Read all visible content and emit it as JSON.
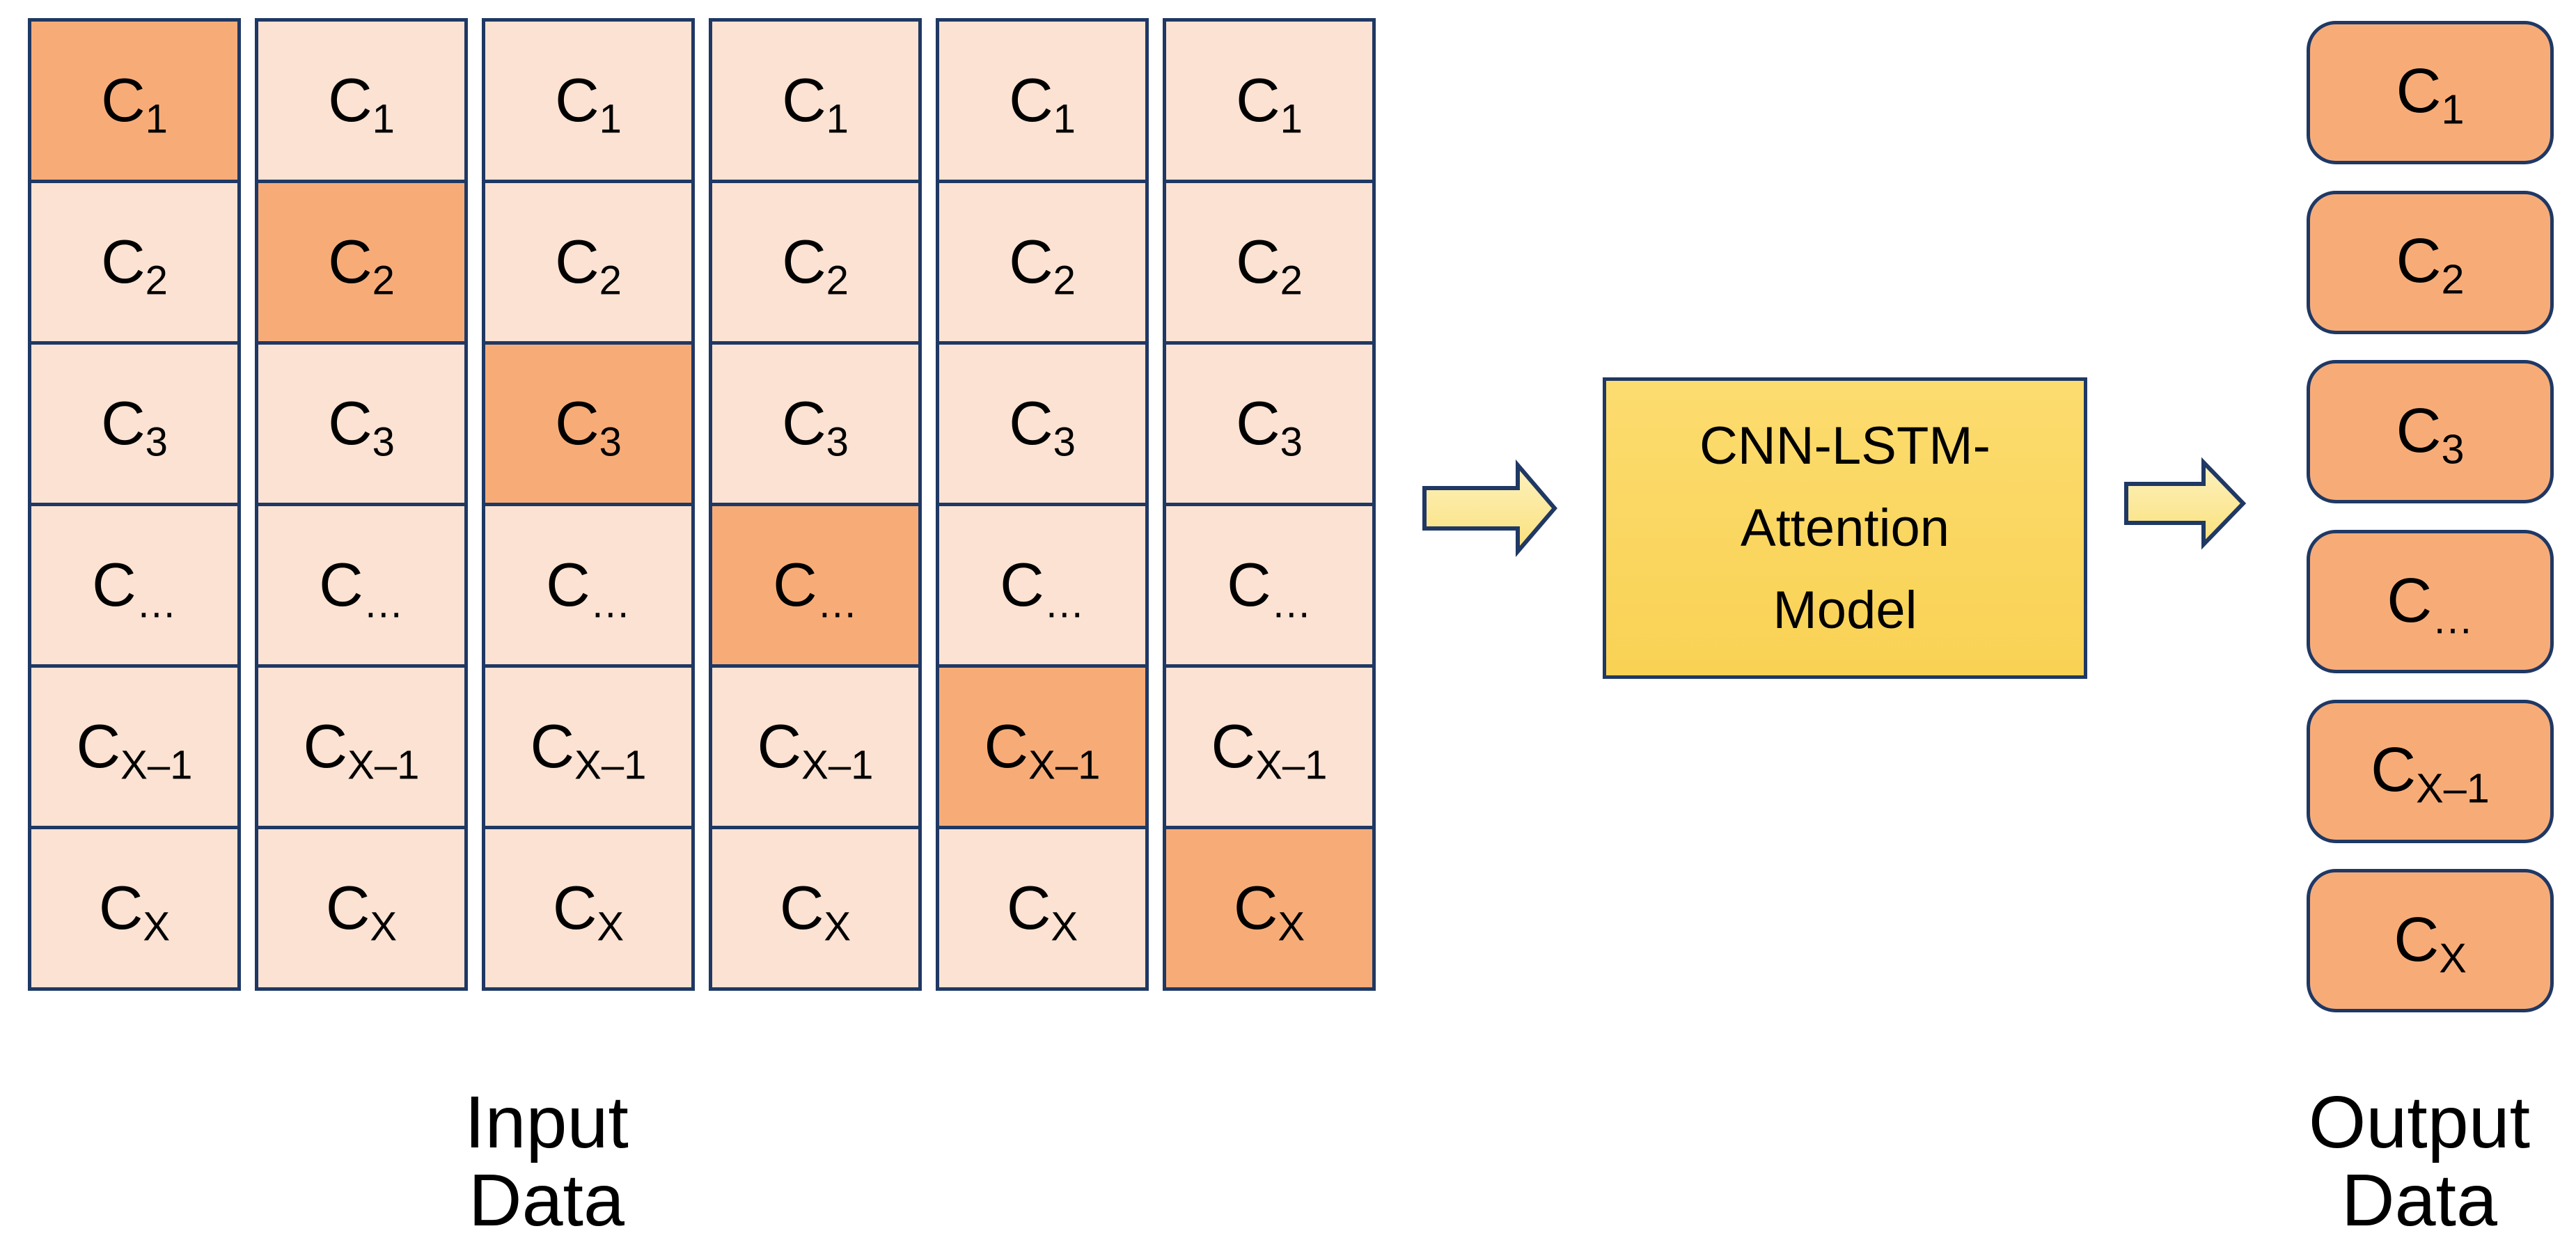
{
  "grid": {
    "rows": 6,
    "columns": 6,
    "row_labels": [
      {
        "base": "C",
        "sub": "1"
      },
      {
        "base": "C",
        "sub": "2"
      },
      {
        "base": "C",
        "sub": "3"
      },
      {
        "base": "C",
        "sub": "…"
      },
      {
        "base": "C",
        "sub": "X–1"
      },
      {
        "base": "C",
        "sub": "X"
      }
    ],
    "highlight_pattern": "diagonal: row i of column i is highlighted",
    "caption_lines": [
      "Input",
      "Data"
    ]
  },
  "model_box": {
    "lines": [
      "CNN-LSTM-",
      "Attention",
      "Model"
    ]
  },
  "arrows": {
    "left": "right-block-arrow",
    "right": "right-block-arrow"
  },
  "output": {
    "box_labels": [
      {
        "base": "C",
        "sub": "1"
      },
      {
        "base": "C",
        "sub": "2"
      },
      {
        "base": "C",
        "sub": "3"
      },
      {
        "base": "C",
        "sub": "…"
      },
      {
        "base": "C",
        "sub": "X–1"
      },
      {
        "base": "C",
        "sub": "X"
      }
    ],
    "caption_lines": [
      "Output",
      "Data"
    ]
  },
  "colors": {
    "background": "#FFFFFF",
    "cell_light": "#FBE2D2",
    "cell_highlight": "#F7AC78",
    "outline": "#1F3864",
    "model_fill_top": "#FCDC6F",
    "model_fill_bottom": "#F9D254",
    "arrow_fill_top": "#FDF2C0",
    "arrow_fill_bottom": "#FAE07A",
    "text": "#000000"
  }
}
